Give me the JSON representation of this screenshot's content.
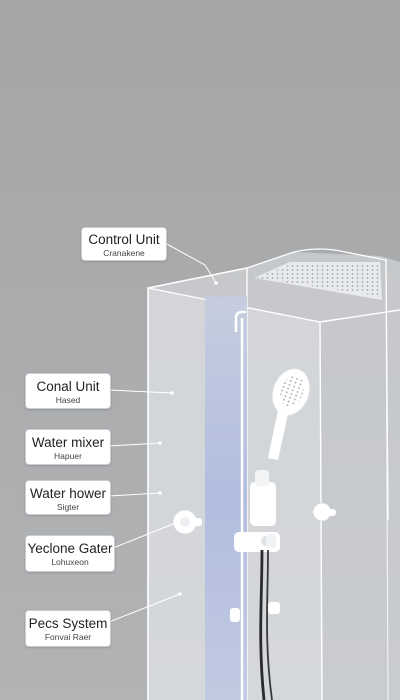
{
  "colors": {
    "background": "#a7a8aa",
    "glass_fill": "#e4e6ea",
    "glass_edge": "#ffffff",
    "water_strip": "#b3bfe0",
    "fixture": "#ffffff",
    "hose": "#2b2b2b",
    "leader_line": "#ffffff"
  },
  "icons": {
    "shower_head": "handheld-shower-icon",
    "rain_head": "rain-shower-head-icon",
    "valve": "mixer-valve-icon"
  },
  "callouts": [
    {
      "title": "Control Unit",
      "subtitle": "Cranakene"
    },
    {
      "title": "Conal Unit",
      "subtitle": "Hased"
    },
    {
      "title": "Water mixer",
      "subtitle": "Hapuer"
    },
    {
      "title": "Water hower",
      "subtitle": "Sigter"
    },
    {
      "title": "Yeclone Gater",
      "subtitle": "Lohuxeon"
    },
    {
      "title": "Pecs System",
      "subtitle": "Fonvai Raer"
    }
  ]
}
